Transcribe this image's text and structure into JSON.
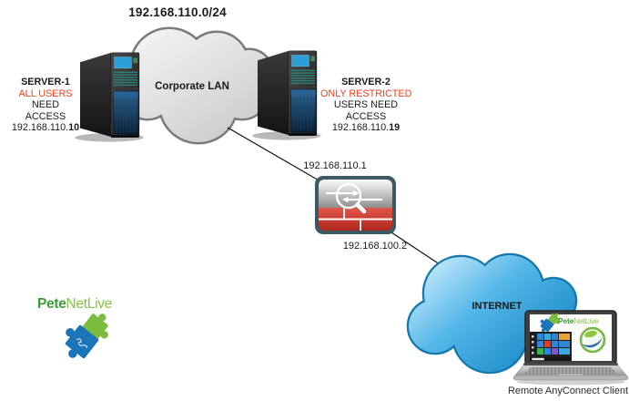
{
  "title": "Corporate LAN / AnyConnect remote access network diagram",
  "labels": {
    "subnet": "192.168.110.0/24",
    "lan_cloud": "Corporate LAN",
    "internet_cloud": "INTERNET",
    "firewall_inside_ip": "192.168.110.1",
    "firewall_outside_ip": "192.168.100.2",
    "remote_client": "Remote AnyConnect Client"
  },
  "server1": {
    "name": "SERVER-1",
    "access_line1": "ALL USERS",
    "access_line2": "NEED",
    "access_line3": "ACCESS",
    "ip_prefix": "192.168.110.",
    "ip_host": "10"
  },
  "server2": {
    "name": "SERVER-2",
    "access_line1": "ONLY RESTRICTED",
    "access_line2": "USERS NEED",
    "access_line3": "ACCESS",
    "ip_prefix": "192.168.110.",
    "ip_host": "19"
  },
  "logo": {
    "brand_bold": "Pete",
    "brand_light": "NetLive"
  },
  "laptop": {
    "brand_bold": "Pete",
    "brand_light": "NetLive"
  },
  "colors": {
    "warning_text_red": "#F43E1D",
    "brand_green_dark": "#3E9B3A",
    "brand_green_light": "#85C441",
    "brand_blue": "#1B75BB",
    "lan_cloud_border": "#7B7B7B",
    "internet_cloud_border": "#1577AC",
    "internet_cloud_fill": "#2FA8E0",
    "firewall_border": "#3A5A63",
    "firewall_brick_red": "#C8372C"
  },
  "icons": {
    "lan_cloud": "lan-cloud-shape",
    "internet_cloud": "internet-cloud-shape",
    "server": "tower-server-icon",
    "firewall": "asa-firewall-icon",
    "laptop": "laptop-icon",
    "puzzle_logo": "puzzle-pieces-logo-icon",
    "anyconnect": "anyconnect-globe-icon",
    "start_menu": "windows-start-menu-icon"
  }
}
